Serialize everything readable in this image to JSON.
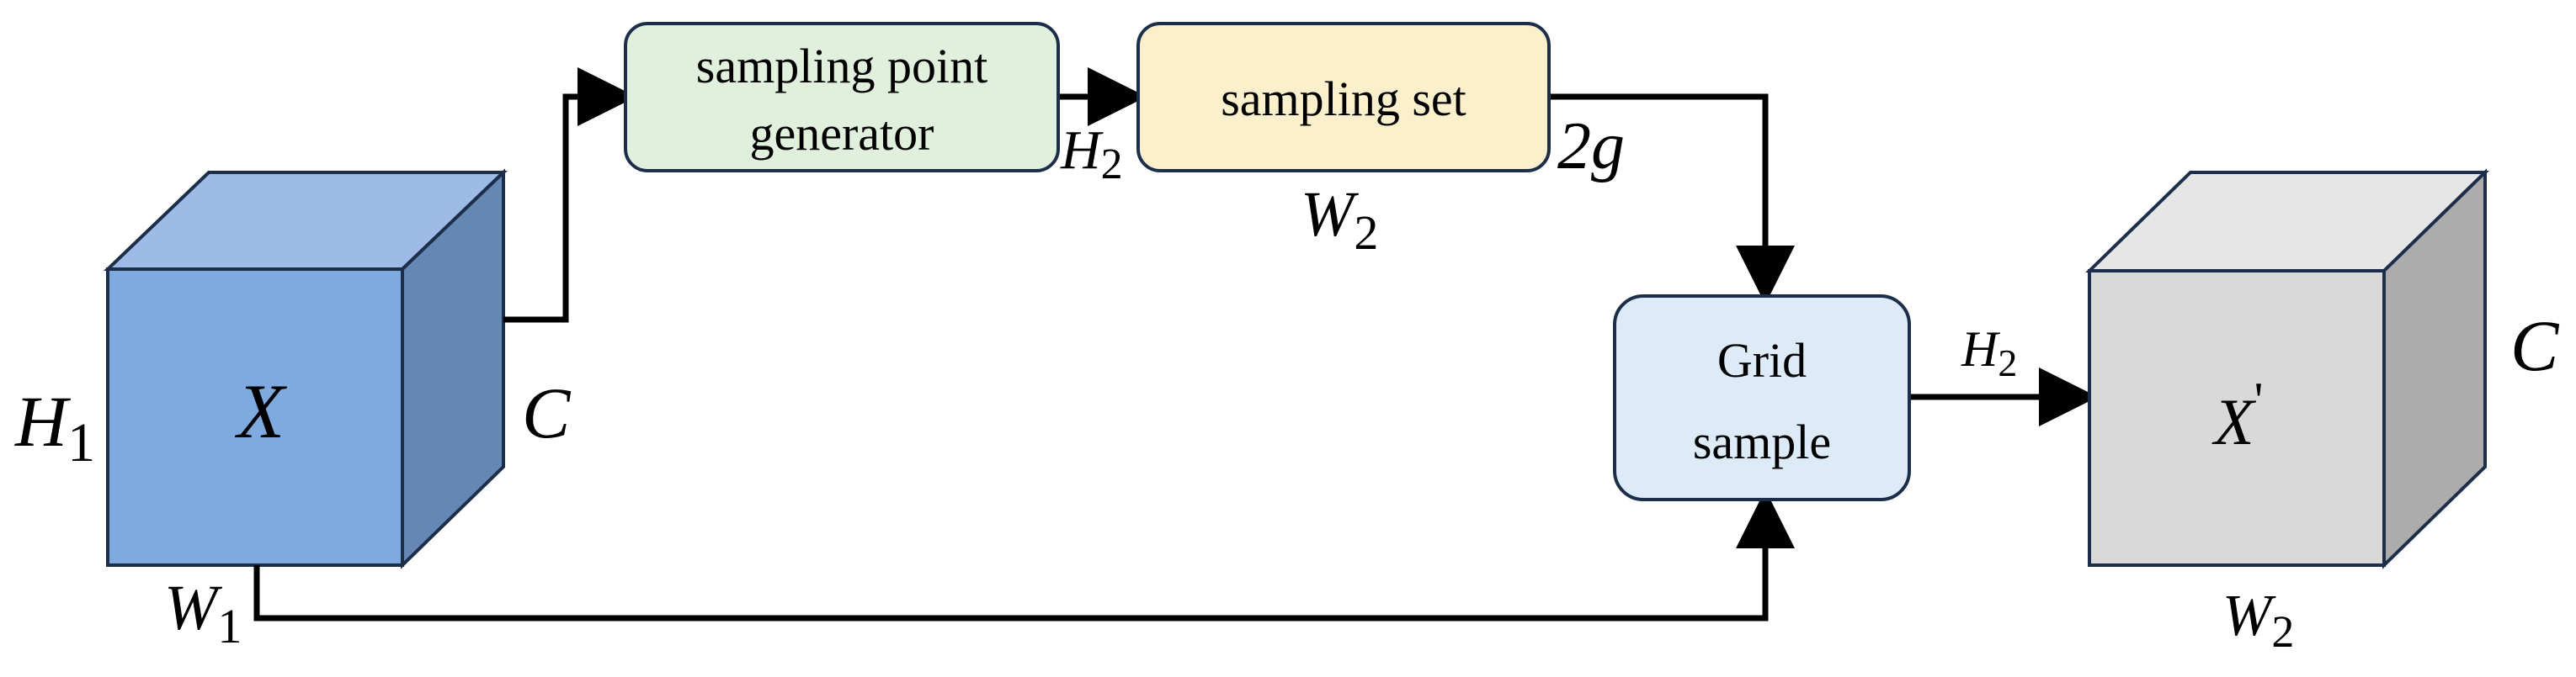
{
  "colors": {
    "input_cube_front": "#7FAADF",
    "input_cube_top": "#9DBBE6",
    "input_cube_side": "#6487B3",
    "output_cube_front": "#D9D9D9",
    "output_cube_top": "#E6E6E6",
    "output_cube_side": "#ACACAC",
    "generator_fill": "#E1F0DC",
    "sampling_set_fill": "#FCEFCC",
    "grid_sample_fill": "#DCEBF7",
    "stroke": "#1C2E4A",
    "arrow": "#000000"
  },
  "input_tensor": {
    "symbol": "X",
    "height_label": "H",
    "height_sub": "1",
    "width_label": "W",
    "width_sub": "1",
    "channel_label": "C"
  },
  "generator": {
    "line1": "sampling point",
    "line2": "generator",
    "icon": "box"
  },
  "sampling_set": {
    "label": "sampling set",
    "height_label": "H",
    "height_sub": "2",
    "width_label": "W",
    "width_sub": "2",
    "depth_label": "2g"
  },
  "grid_sample": {
    "line1": "Grid",
    "line2": "sample",
    "out_height_label": "H",
    "out_height_sub": "2"
  },
  "output_tensor": {
    "symbol": "X",
    "prime": "'",
    "width_label": "W",
    "width_sub": "2",
    "channel_label": "C"
  }
}
